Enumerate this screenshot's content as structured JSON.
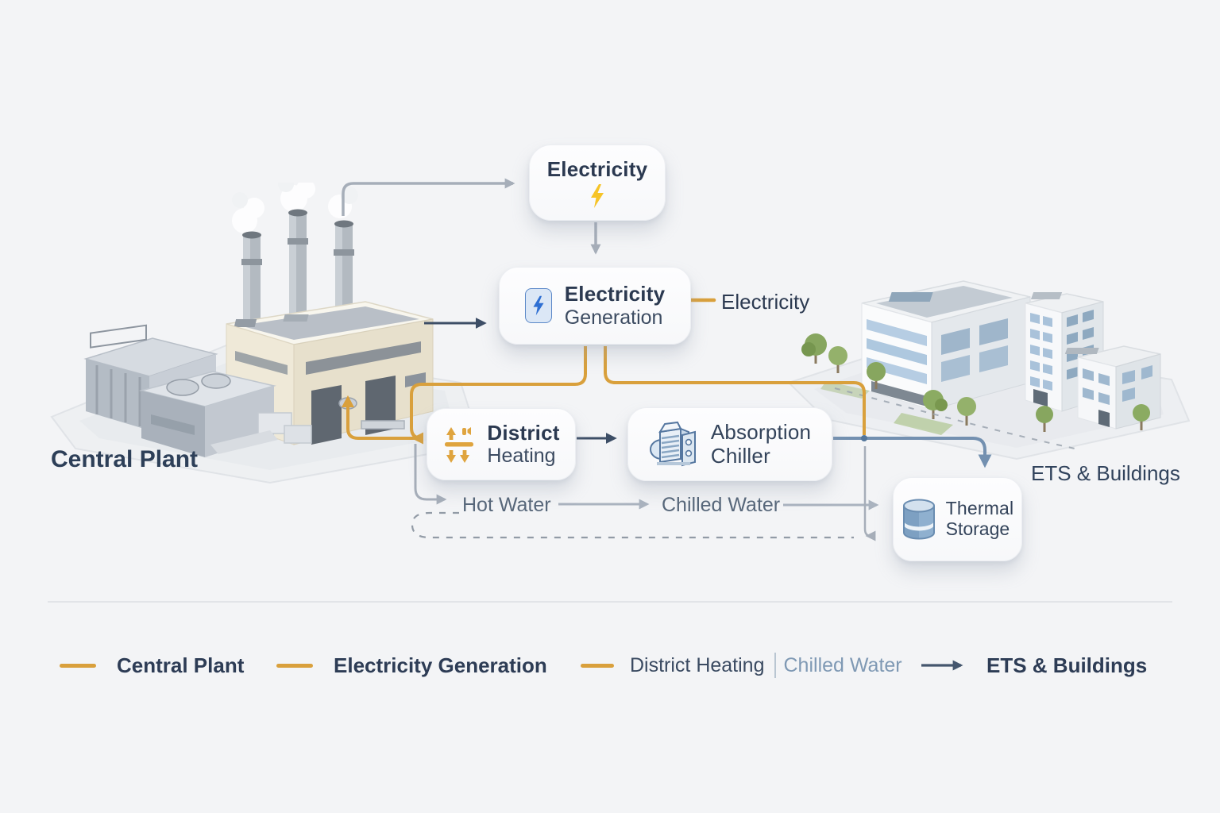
{
  "nodes": {
    "electricity": {
      "title": "Electricity"
    },
    "generation": {
      "title": "Electricity",
      "subtitle": "Generation"
    },
    "district_heating": {
      "title": "District",
      "subtitle": "Heating"
    },
    "absorption_chiller": {
      "title": "Absorption",
      "subtitle": "Chiller"
    },
    "thermal_storage": {
      "title": "Thermal",
      "subtitle": "Storage"
    }
  },
  "labels": {
    "central_plant": "Central Plant",
    "ets_buildings": "ETS & Buildings",
    "electricity_flow": "Electricity",
    "hot_water": "Hot Water",
    "chilled_water": "Chilled Water"
  },
  "legend": {
    "central_plant": "Central Plant",
    "electricity_generation": "Electricity Generation",
    "district_heating": "District Heating",
    "chilled_water": "Chilled Water",
    "ets_buildings": "ETS & Buildings"
  },
  "icons": {
    "electricity_node": "yellow-lightning-bolt-icon",
    "generation_node": "blue-lightning-bolt-icon",
    "district_heating_node": "heat-exchange-arrows-icon",
    "absorption_chiller_node": "chiller-machine-icon",
    "thermal_storage_node": "storage-cylinder-icon"
  },
  "colors": {
    "background": "#F3F4F6",
    "orange_line": "#D9A03C",
    "steel_blue_line": "#7390B0",
    "navy_arrow": "#3D4E66",
    "gray_arrow": "#A6AEB9",
    "dashed_line": "#929BA6",
    "title_text": "#2B3950",
    "slate_text": "#57677A",
    "legend_chilled_water_text": "#7F99B4",
    "bolt_yellow": "#F6C428",
    "bolt_blue": "#2E6FD3"
  }
}
